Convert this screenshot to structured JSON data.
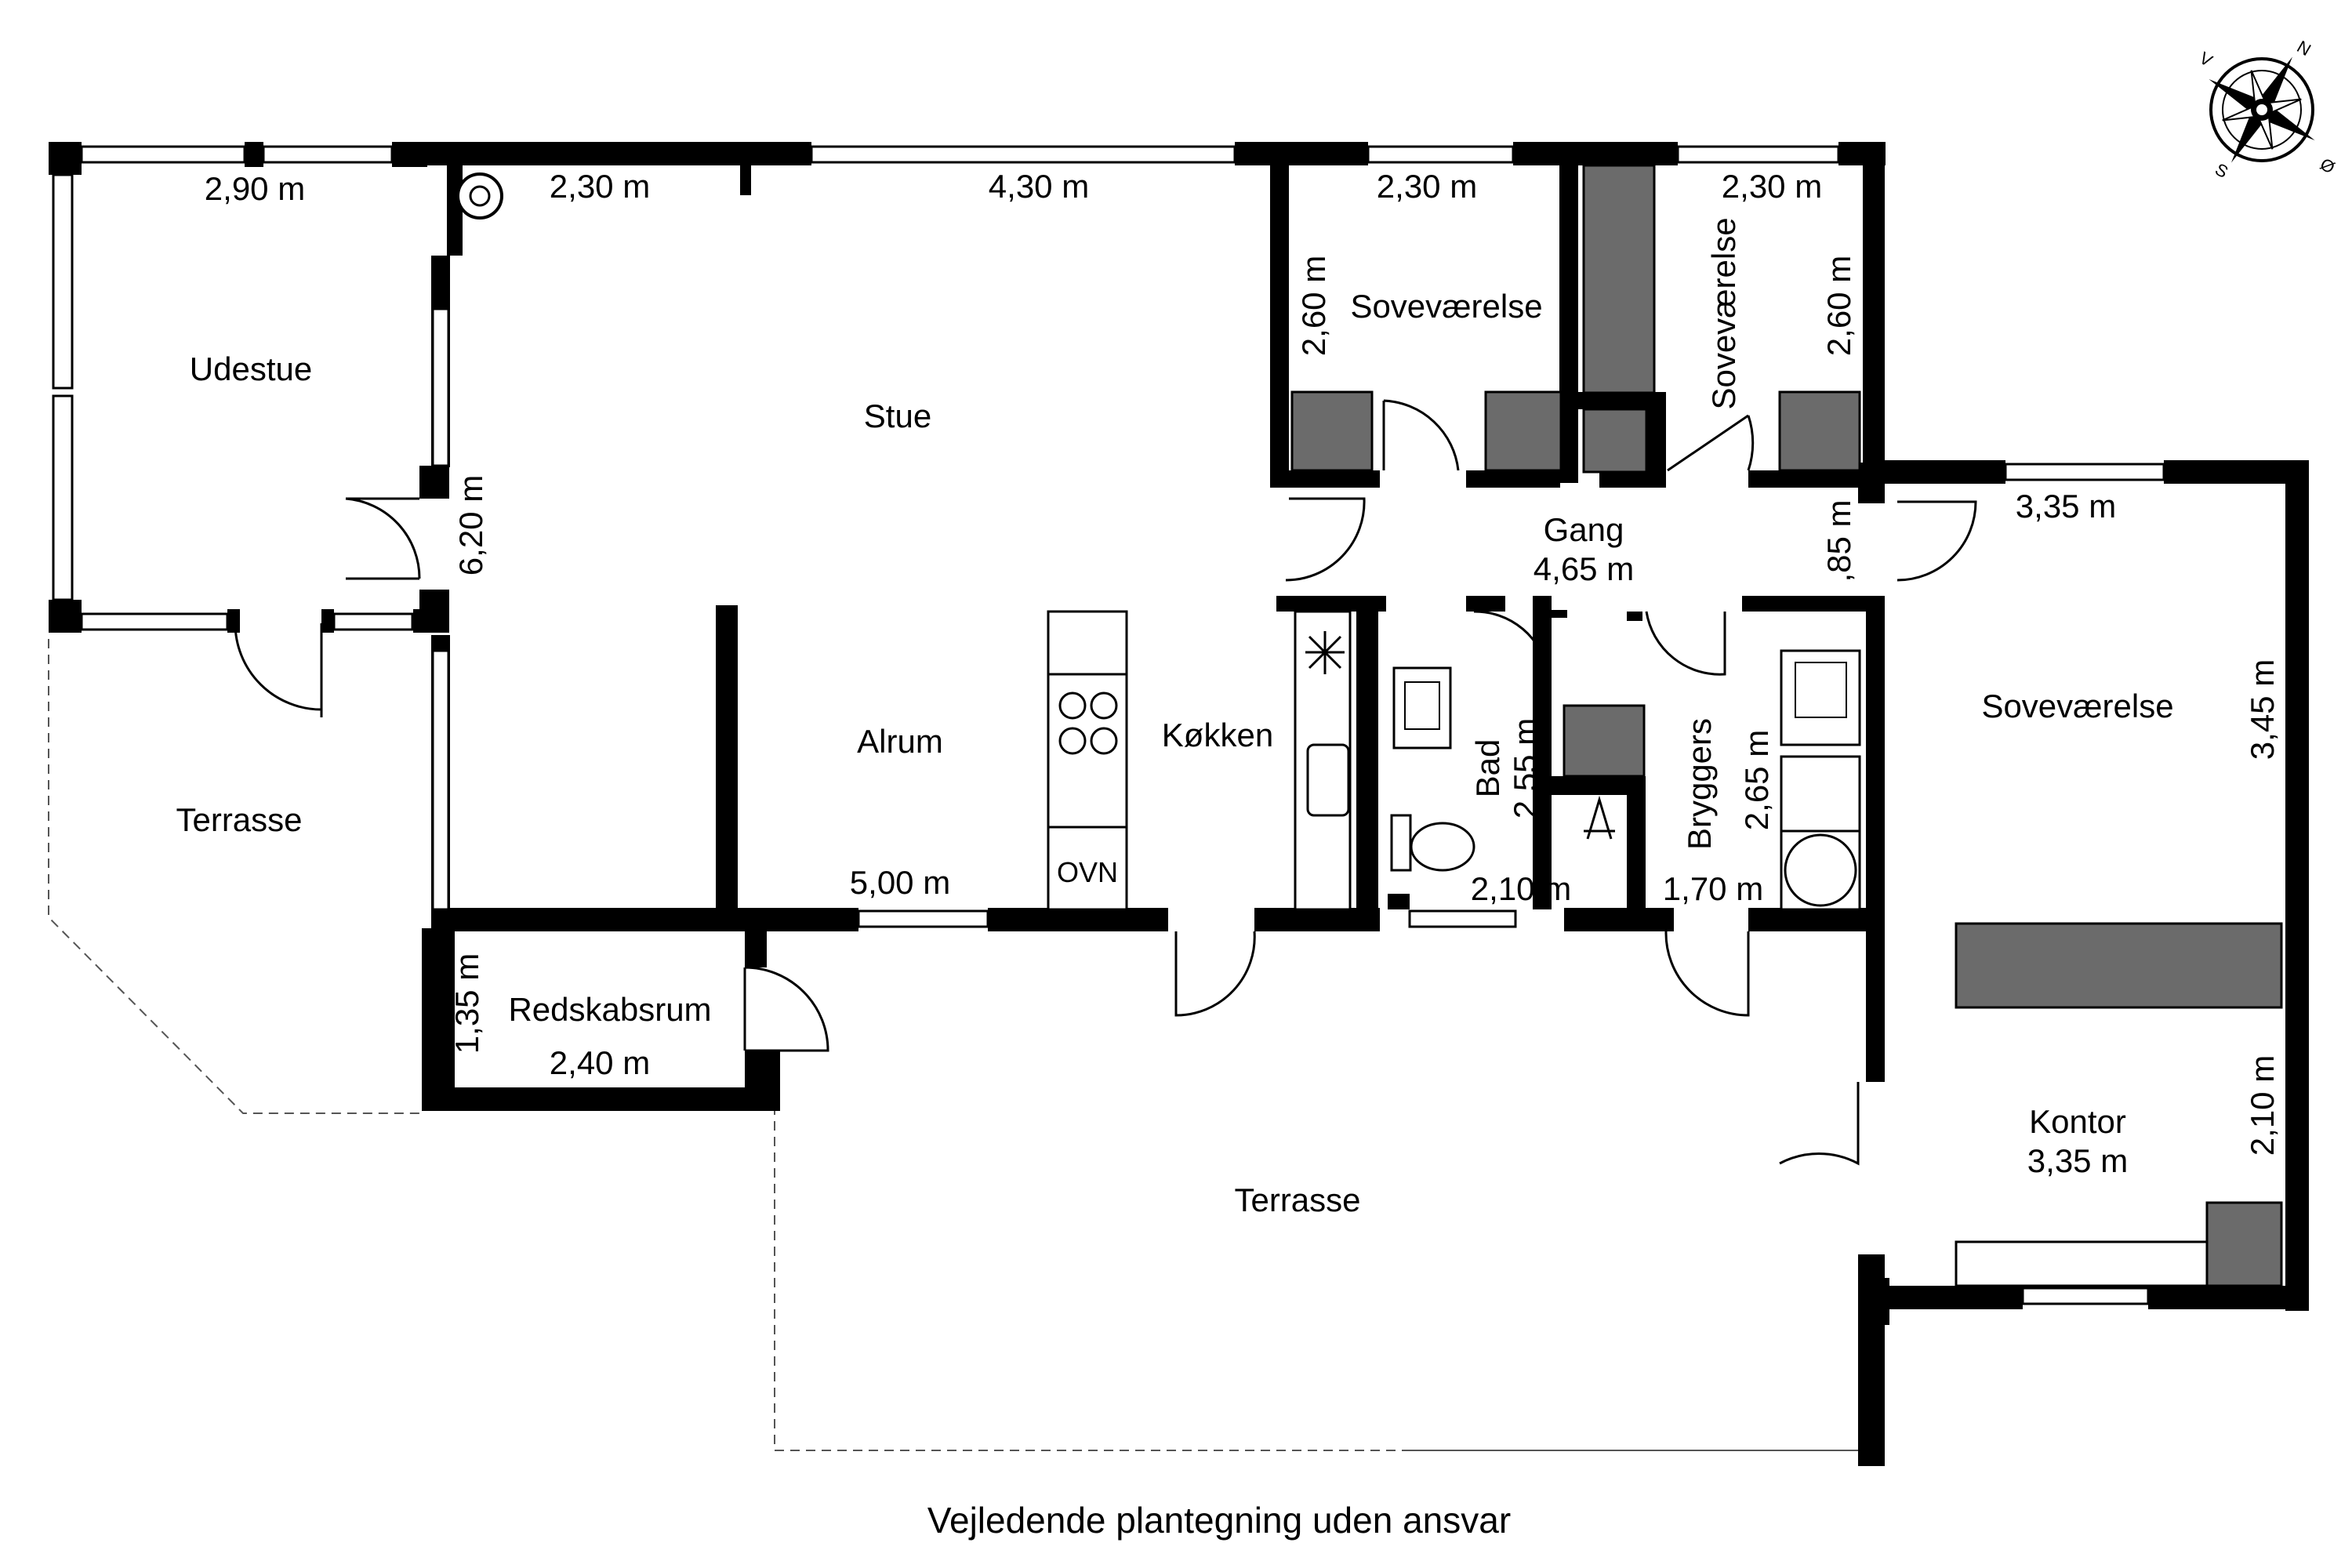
{
  "rooms": {
    "udestue": {
      "name": "Udestue",
      "width": "2,90 m",
      "depth": "6,20 m"
    },
    "stue": {
      "name": "Stue",
      "width_a": "2,30 m",
      "width_b": "4,30 m"
    },
    "alrum": {
      "name": "Alrum",
      "width": "5,00 m"
    },
    "koekken": {
      "name": "Køkken",
      "oven": "OVN"
    },
    "sove1": {
      "name": "Soveværelse",
      "width": "2,30 m",
      "depth": "2,60 m"
    },
    "sove2": {
      "name": "Soveværelse",
      "width": "2,30 m",
      "depth": "2,60 m"
    },
    "gang": {
      "name": "Gang",
      "width": "4,65 m",
      "depth": ",85 m"
    },
    "sove3": {
      "name": "Soveværelse",
      "width": "3,35 m",
      "depth": "3,45 m"
    },
    "bad": {
      "name": "Bad",
      "width": "2,10 m",
      "depth": "2,55 m"
    },
    "bryggers": {
      "name": "Bryggers",
      "width": "1,70 m",
      "depth": "2,65 m"
    },
    "redskabsrum": {
      "name": "Redskabsrum",
      "width": "2,40 m",
      "depth": "1,35 m"
    },
    "kontor": {
      "name": "Kontor",
      "width": "3,35 m",
      "depth": "2,10 m"
    },
    "terrasse_w": {
      "name": "Terrasse"
    },
    "terrasse_s": {
      "name": "Terrasse"
    }
  },
  "compass": {
    "n": "N",
    "v": "V",
    "s": "S",
    "o": "Ø"
  },
  "footer": "Vejledende plantegning uden ansvar",
  "colors": {
    "wall": "#000000",
    "fixture": "#6b6b6b",
    "outline": "#555555"
  }
}
